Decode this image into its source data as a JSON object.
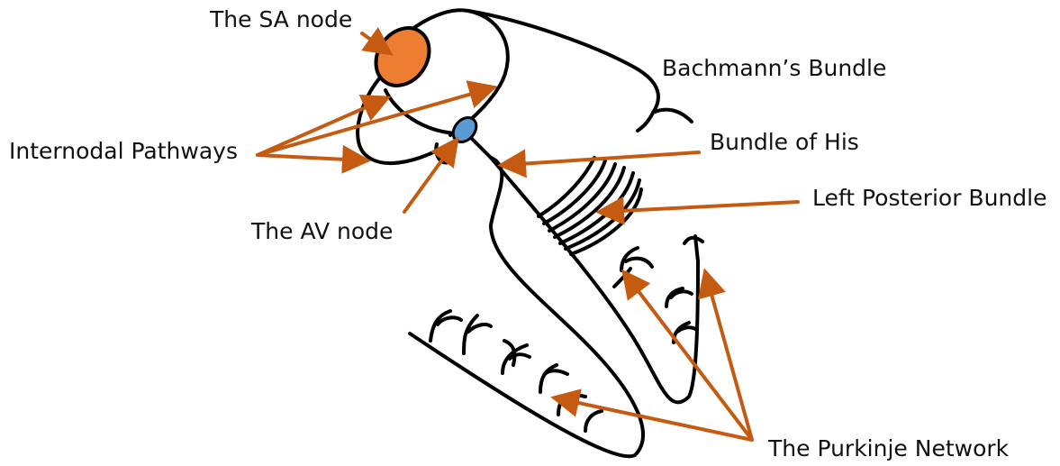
{
  "colors": {
    "arrow": "#C55A11",
    "sa_node_fill": "#ED7D31",
    "av_node_fill": "#5B9BD5",
    "stroke": "#000000",
    "text": "#111111"
  },
  "labels": {
    "sa_node": "The SA node",
    "bachmanns_bundle": "Bachmann’s Bundle",
    "internodal_pathways": "Internodal Pathways",
    "bundle_of_his": "Bundle of His",
    "left_posterior_bundle": "Left Posterior Bundle",
    "av_node": "The AV node",
    "purkinje_network": "The Purkinje Network"
  }
}
